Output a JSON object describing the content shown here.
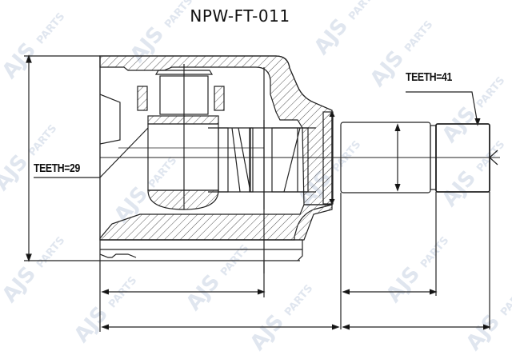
{
  "title": "NPW-FT-011",
  "labels": {
    "teeth_left": "TEETH=29",
    "teeth_right": "TEETH=41"
  },
  "watermark": {
    "text_main": "AJS",
    "text_sub": "PARTS",
    "color": "#c8d3e3"
  },
  "colors": {
    "line": "#222222",
    "hatch": "#444444",
    "background": "#ffffff"
  }
}
